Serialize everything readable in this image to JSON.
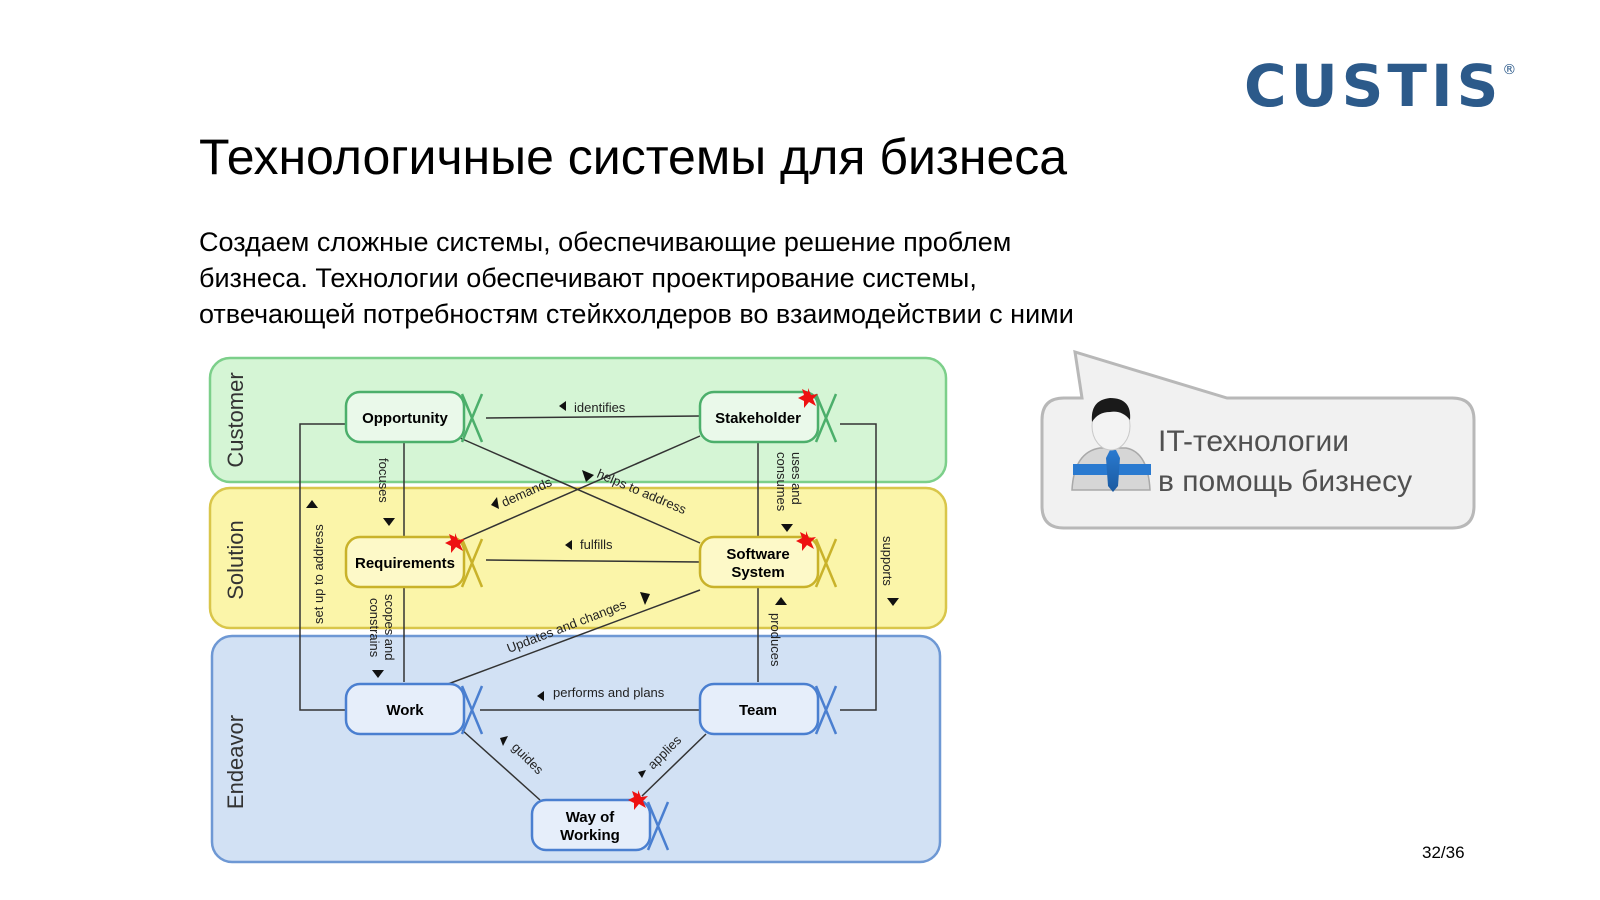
{
  "logo": {
    "text": "CUSTIS",
    "mark": "®"
  },
  "title": "Технологичные системы для бизнеса",
  "subtitle_lines": [
    "Создаем сложные системы, обеспечивающие решение проблем",
    "бизнеса. Технологии обеспечивают проектирование системы,",
    "отвечающей потребностям стейкхолдеров во взаимодействии с ними"
  ],
  "diagram": {
    "areas": {
      "customer": "Customer",
      "solution": "Solution",
      "endeavor": "Endeavor"
    },
    "alphas": {
      "opportunity": "Opportunity",
      "stakeholder": "Stakeholder",
      "requirements": "Requirements",
      "software_system_l1": "Software",
      "software_system_l2": "System",
      "work": "Work",
      "team": "Team",
      "way_of_working_l1": "Way of",
      "way_of_working_l2": "Working"
    },
    "relations": {
      "identifies": "identifies",
      "focuses": "focuses",
      "uses_and_consumes_l1": "uses and",
      "uses_and_consumes_l2": "consumes",
      "demands": "demands",
      "helps_to_address": "helps to address",
      "fulfills": "fulfills",
      "set_up_to_address": "set up to address",
      "supports": "supports",
      "scopes_and_constrains_l1": "scopes and",
      "scopes_and_constrains_l2": "constrains",
      "updates_and_changes": "Updates and changes",
      "produces": "produces",
      "performs_and_plans": "performs and plans",
      "guides": "guides",
      "applies": "applies"
    },
    "colors": {
      "customer_fill": "#d5f5d5",
      "customer_stroke": "#7ccf8a",
      "solution_fill": "#fbf5a9",
      "solution_stroke": "#d9c64a",
      "endeavor_fill": "#d2e1f4",
      "endeavor_stroke": "#6e98d4",
      "star": "#ee1111"
    }
  },
  "callout": {
    "line1": "IT-технологии",
    "line2": "в помощь бизнесу"
  },
  "page_number": "32/36"
}
